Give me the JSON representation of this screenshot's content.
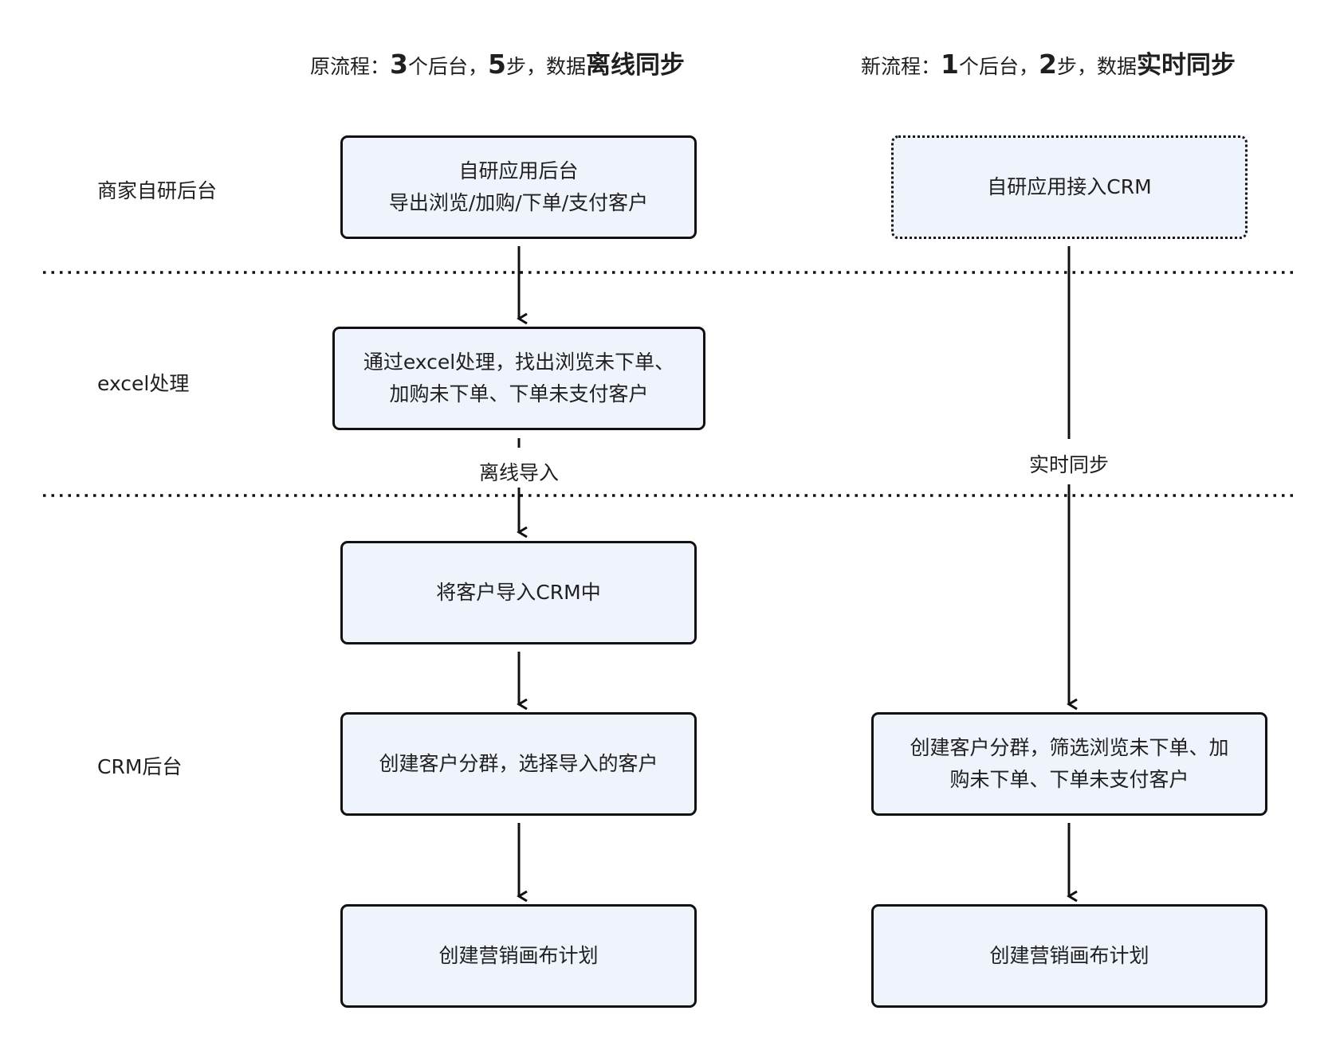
{
  "titles": {
    "old": {
      "prefix": "原流程：",
      "n1": "3",
      "t1": "个后台，",
      "n2": "5",
      "t2": "步，数据",
      "emph": "离线同步"
    },
    "new": {
      "prefix": "新流程：",
      "n1": "1",
      "t1": "个后台，",
      "n2": "2",
      "t2": "步，数据",
      "emph": "实时同步"
    }
  },
  "lanes": [
    "商家自研后台",
    "excel处理",
    "CRM后台"
  ],
  "old_flow": {
    "step1": [
      "自研应用后台",
      "导出浏览/加购/下单/支付客户"
    ],
    "step2": [
      "通过excel处理，找出浏览未下单、",
      "加购未下单、下单未支付客户"
    ],
    "edge_label": "离线导入",
    "step3": "将客户导入CRM中",
    "step4": "创建客户分群，选择导入的客户",
    "step5": "创建营销画布计划"
  },
  "new_flow": {
    "step1": "自研应用接入CRM",
    "edge_label": "实时同步",
    "step2": [
      "创建客户分群，筛选浏览未下单、加",
      "购未下单、下单未支付客户"
    ],
    "step3": "创建营销画布计划"
  }
}
